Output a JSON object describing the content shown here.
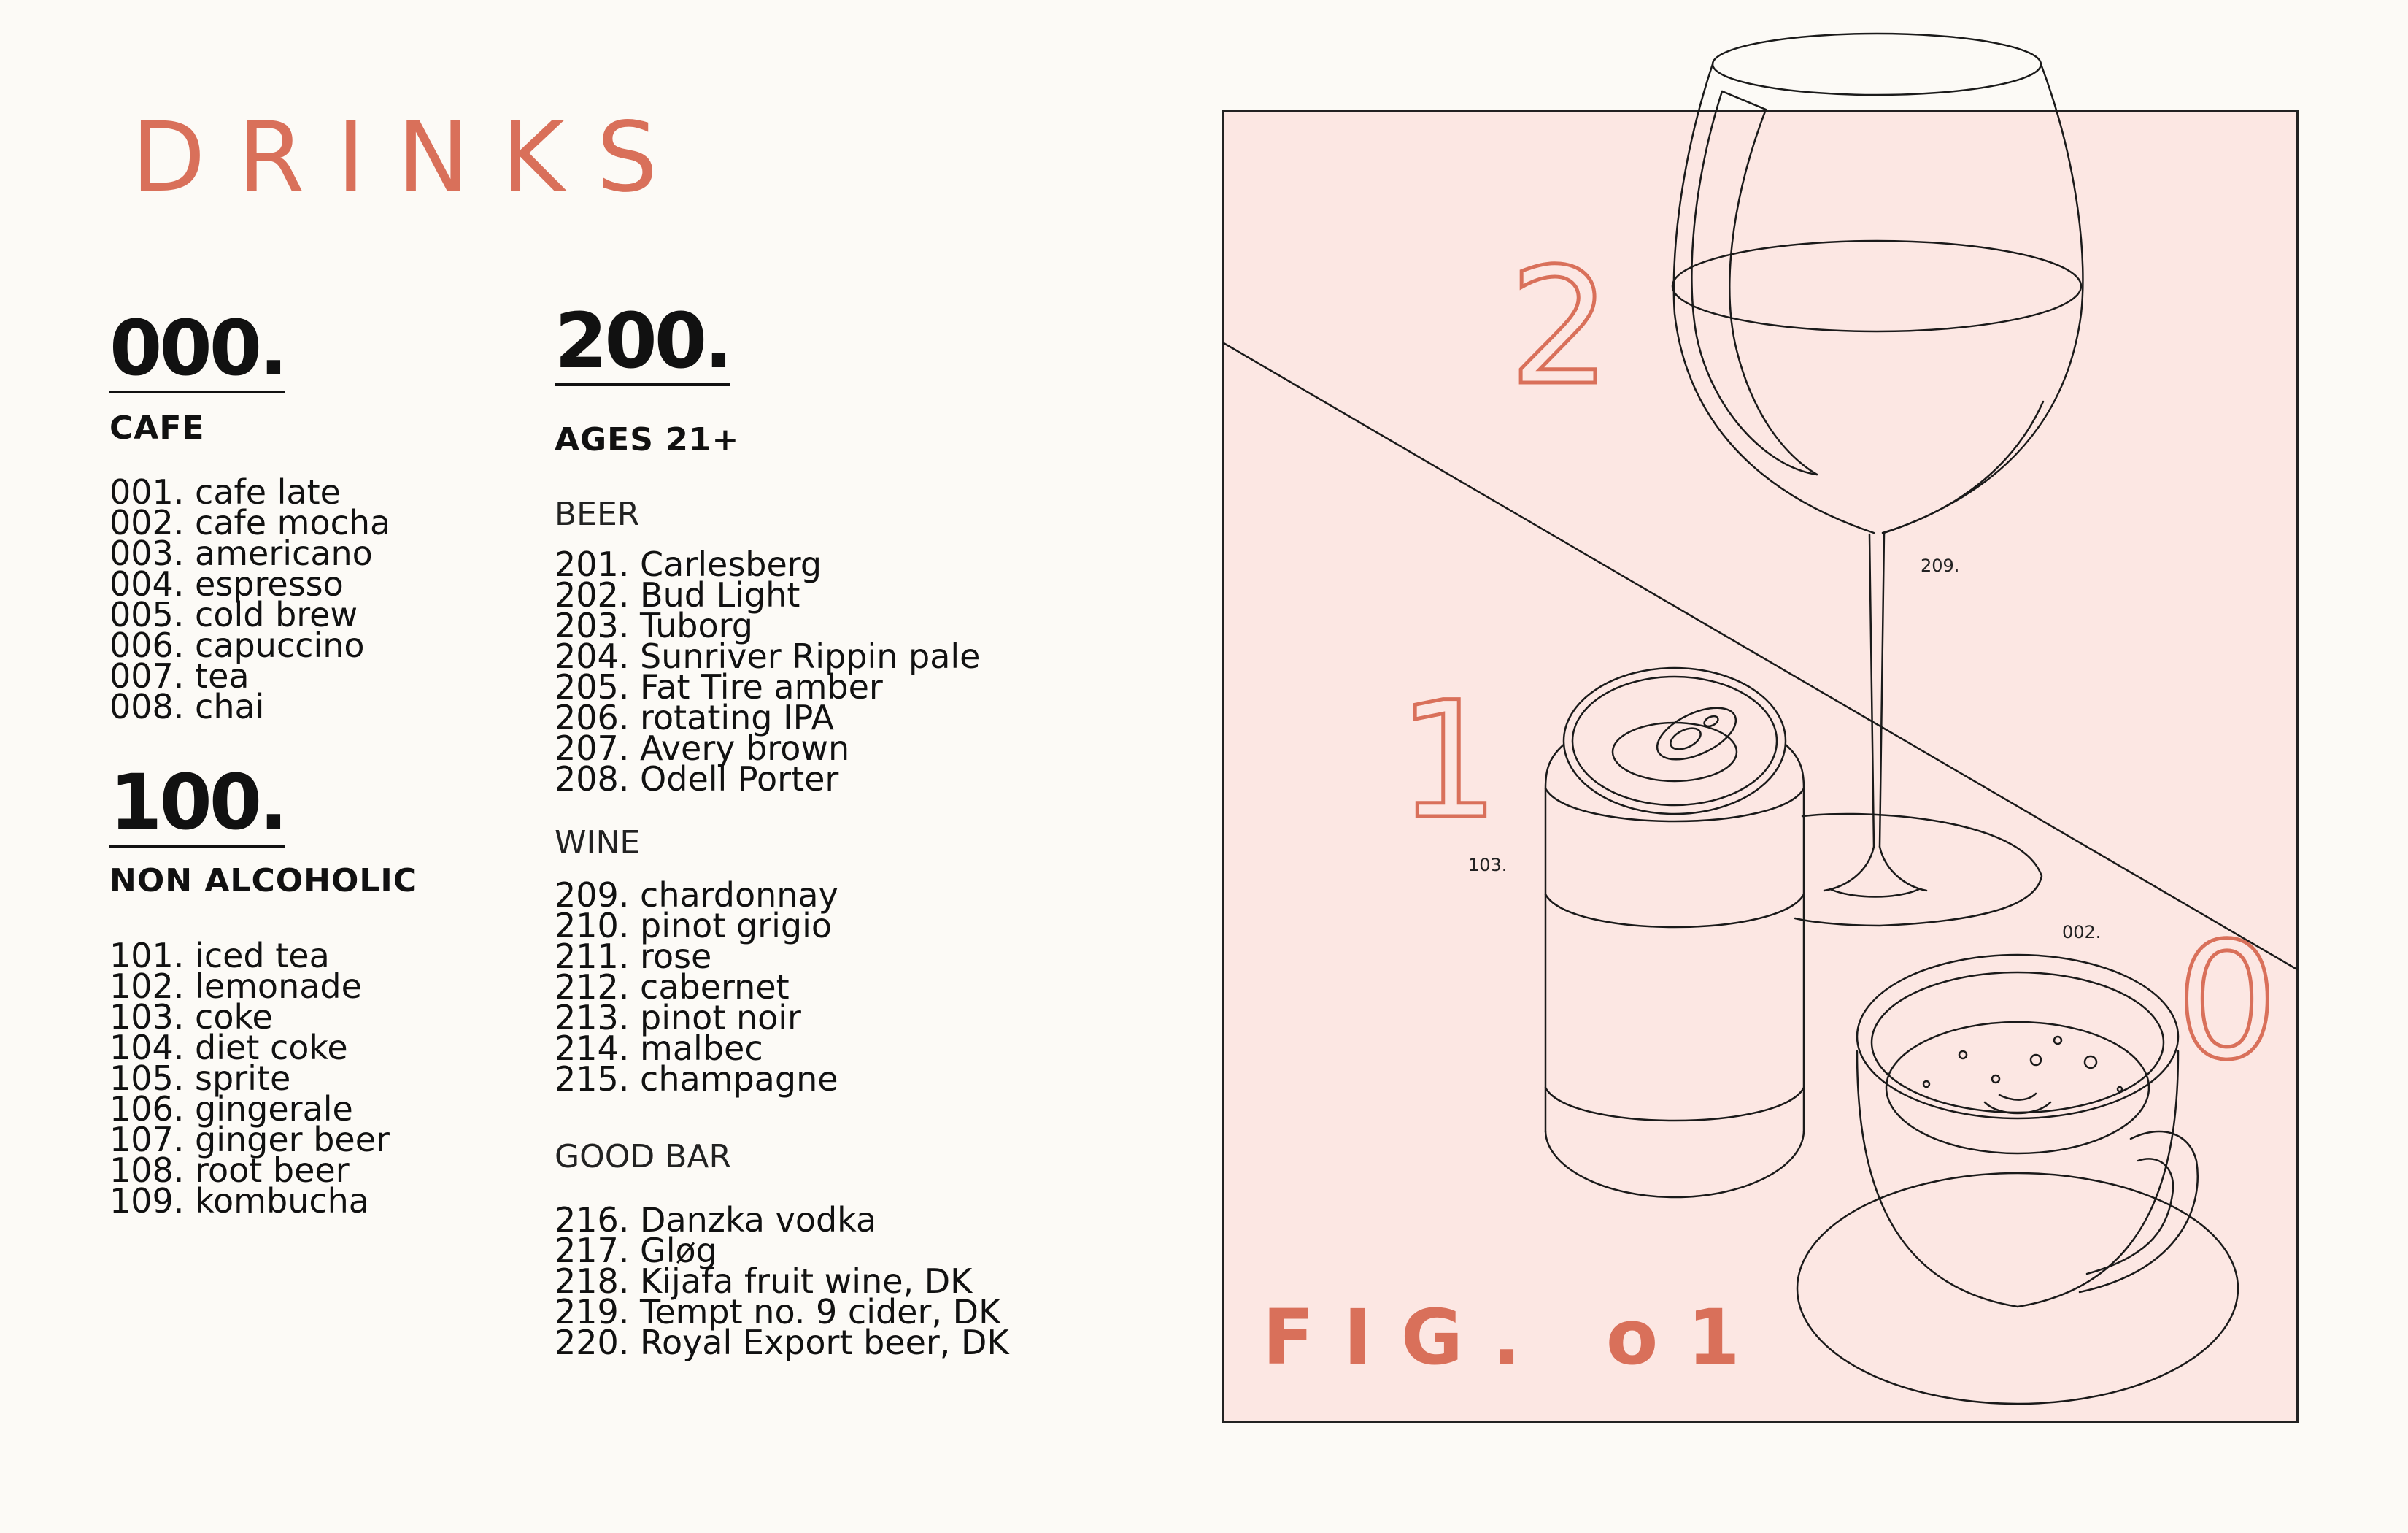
{
  "title": "DRINKS",
  "sections": {
    "cafe": {
      "number": "000.",
      "heading": "CAFE",
      "items": [
        "001. cafe late",
        "002. cafe mocha",
        "003. americano",
        "004. espresso",
        "005. cold brew",
        "006. capuccino",
        "007. tea",
        "008. chai"
      ]
    },
    "non_alcoholic": {
      "number": "100.",
      "heading": "NON ALCOHOLIC",
      "items": [
        "101. iced tea",
        "102. lemonade",
        "103. coke",
        "104. diet coke",
        "105. sprite",
        "106. gingerale",
        "107. ginger beer",
        "108. root beer",
        "109. kombucha"
      ]
    },
    "ages21": {
      "number": "200.",
      "heading": "AGES 21+",
      "beer": {
        "heading": "BEER",
        "items": [
          "201. Carlesberg",
          "202. Bud Light",
          "203. Tuborg",
          "204. Sunriver Rippin pale",
          "205. Fat Tire amber",
          "206. rotating IPA",
          "207. Avery brown",
          "208. Odell Porter"
        ]
      },
      "wine": {
        "heading": "WINE",
        "items": [
          "209. chardonnay",
          "210. pinot grigio",
          "211. rose",
          "212. cabernet",
          "213. pinot noir",
          "214. malbec",
          "215. champagne"
        ]
      },
      "good_bar": {
        "heading": "GOOD BAR",
        "items": [
          "216. Danzka vodka",
          "217. Gløg",
          "218. Kijafa fruit wine, DK",
          "219. Tempt no. 9 cider, DK",
          "220. Royal Export beer, DK"
        ]
      }
    }
  },
  "figure": {
    "label": "FIG. o1",
    "big_numbers": [
      "2",
      "1",
      "0"
    ],
    "callouts": [
      "209.",
      "103.",
      "002."
    ]
  },
  "colors": {
    "accent": "#d9705a",
    "panel": "#fce7e3",
    "background": "#fcfaf6"
  }
}
